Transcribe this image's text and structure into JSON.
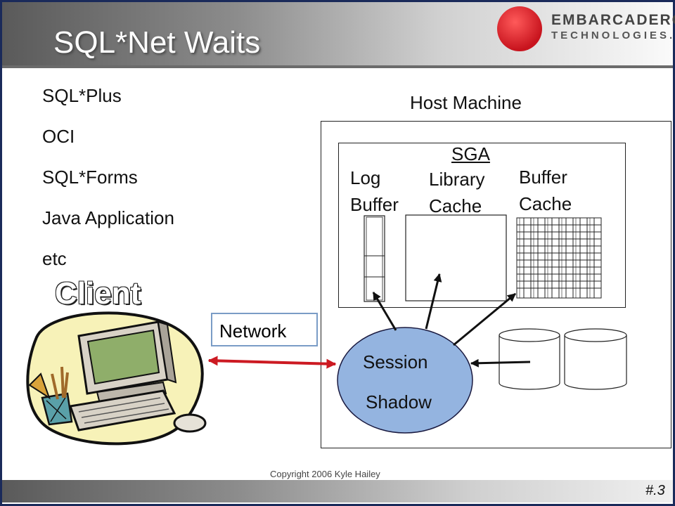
{
  "title": "SQL*Net Waits",
  "logo": {
    "line1": "EMBARCADERO",
    "line2": "TECHNOLOGIES."
  },
  "client_programs": [
    "SQL*Plus",
    "OCI",
    "SQL*Forms",
    "Java Application",
    "etc"
  ],
  "client_title": "Client",
  "network_label": "Network",
  "host_label": "Host Machine",
  "sga": {
    "label": "SGA",
    "log_buffer": [
      "Log",
      "Buffer"
    ],
    "library_cache": [
      "Library",
      "Cache"
    ],
    "buffer_cache": [
      "Buffer",
      "Cache"
    ]
  },
  "session": [
    "Session",
    "Shadow"
  ],
  "footer": {
    "copyright": "Copyright 2006 Kyle Hailey",
    "page": "#.3"
  },
  "colors": {
    "arrow_red": "#cc1a22",
    "session_fill": "#94b4e0",
    "network_border": "#7a9cc6"
  }
}
